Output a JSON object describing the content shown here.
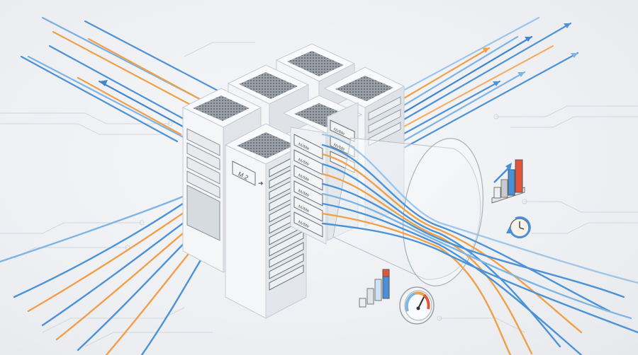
{
  "scene": {
    "title": "Isometric NVMe storage servers with data flow",
    "background": "#eef0f3",
    "colors": {
      "cable_blue": "#3f8fd4",
      "cable_orange": "#f0a04a",
      "server_body": "#f7f8fa",
      "server_shade": "#dfe3e8",
      "vent": "#8a8f96",
      "bar_red": "#e2553a",
      "bar_blue": "#4a90d6",
      "bar_gray": "#c8ccd2"
    }
  },
  "servers": {
    "front_label": "M.2",
    "drive_label": "NVMe"
  },
  "icons": {
    "chart_top": "bar-chart-growth-icon",
    "timer": "stopwatch-refresh-icon",
    "chart_bottom": "bar-chart-icon",
    "gauge": "speedometer-icon"
  }
}
